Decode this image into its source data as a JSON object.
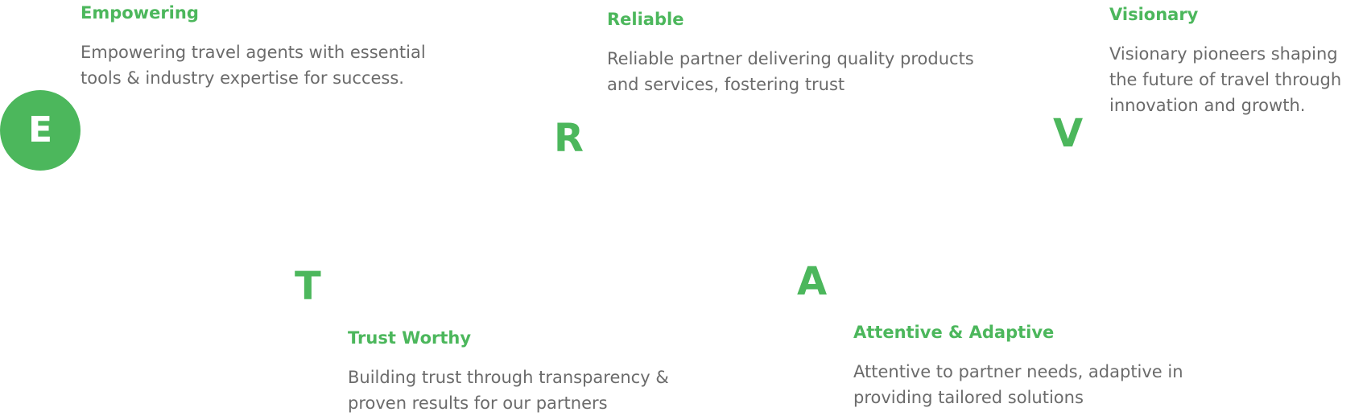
{
  "values": [
    {
      "letter": "E",
      "title": "Empowering",
      "description": "Empowering travel agents with essential tools & industry expertise for success."
    },
    {
      "letter": "R",
      "title": "Reliable",
      "description": "Reliable partner delivering quality products and services, fostering trust"
    },
    {
      "letter": "V",
      "title": "Visionary",
      "description": "Visionary pioneers shaping the future of travel through innovation and growth."
    },
    {
      "letter": "T",
      "title": "Trust Worthy",
      "description": "Building trust through transparency & proven results for our partners"
    },
    {
      "letter": "A",
      "title": "Attentive & Adaptive",
      "description": "Attentive to partner needs, adaptive in providing tailored solutions"
    }
  ],
  "colors": {
    "accent": "#4cb75c",
    "text": "#6b6b6b",
    "background": "#ffffff"
  }
}
